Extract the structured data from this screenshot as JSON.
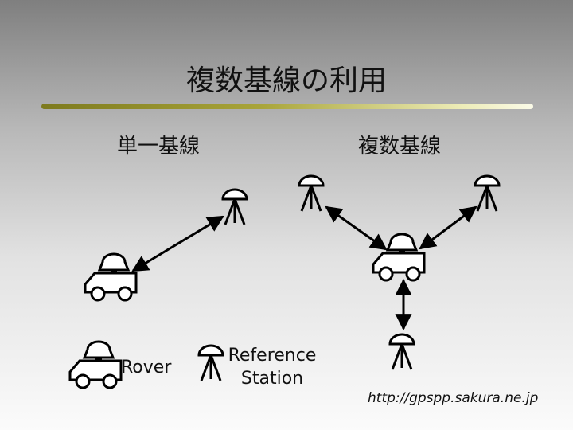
{
  "slide": {
    "title": "複数基線の利用",
    "label_single": "単一基線",
    "label_multi": "複数基線",
    "legend_rover": "Rover",
    "legend_reference_line1": "Reference",
    "legend_reference_line2": "Station",
    "source_url": "http://gpspp.sakura.ne.jp"
  },
  "icons": [
    "rover-vehicle-icon",
    "reference-station-tripod-icon",
    "double-arrow-icon"
  ],
  "colors": {
    "accent_rule": "#a9a53a",
    "text": "#111111"
  }
}
